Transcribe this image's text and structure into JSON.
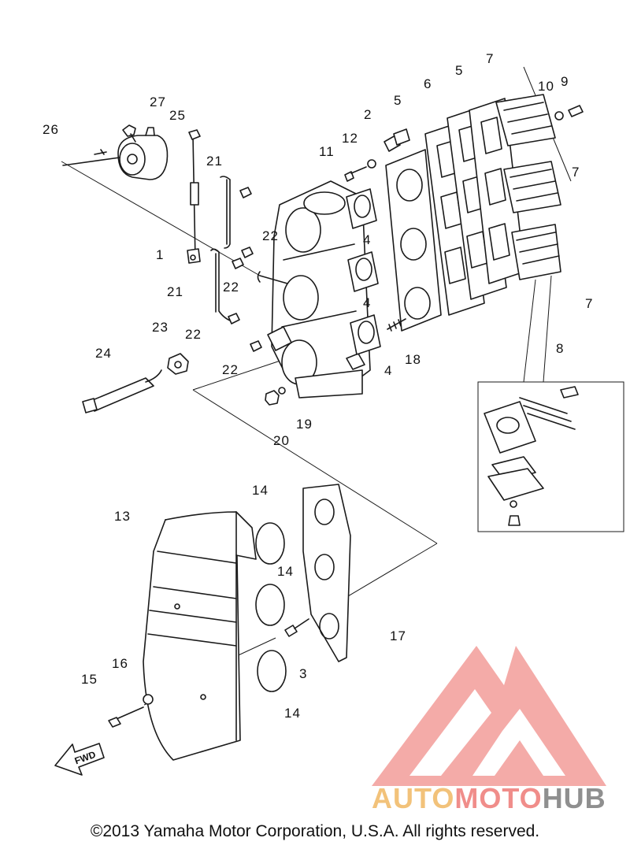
{
  "diagram": {
    "callouts": {
      "n1": "1",
      "n2": "2",
      "n3": "3",
      "n4a": "4",
      "n4b": "4",
      "n4c": "4",
      "n5a": "5",
      "n5b": "5",
      "n6": "6",
      "n7a": "7",
      "n7b": "7",
      "n7c": "7",
      "n8": "8",
      "n9": "9",
      "n10": "10",
      "n11": "11",
      "n12": "12",
      "n13": "13",
      "n14a": "14",
      "n14b": "14",
      "n14c": "14",
      "n15": "15",
      "n16": "16",
      "n17": "17",
      "n18": "18",
      "n19": "19",
      "n20": "20",
      "n21a": "21",
      "n21b": "21",
      "n22a": "22",
      "n22b": "22",
      "n22c": "22",
      "n22d": "22",
      "n23": "23",
      "n24": "24",
      "n25": "25",
      "n26": "26",
      "n27": "27"
    },
    "fwd_label": "FWD"
  },
  "watermark": {
    "part1": "AUTO",
    "part2": "MOTO",
    "part3": "HUB",
    "colors": {
      "auto": "#f2c27a",
      "moto": "#f08d8a",
      "hub": "#8f8f8f",
      "logo": "#f08d8a"
    }
  },
  "footer": {
    "copyright": "©2013 Yamaha Motor Corporation, U.S.A. All rights reserved."
  }
}
